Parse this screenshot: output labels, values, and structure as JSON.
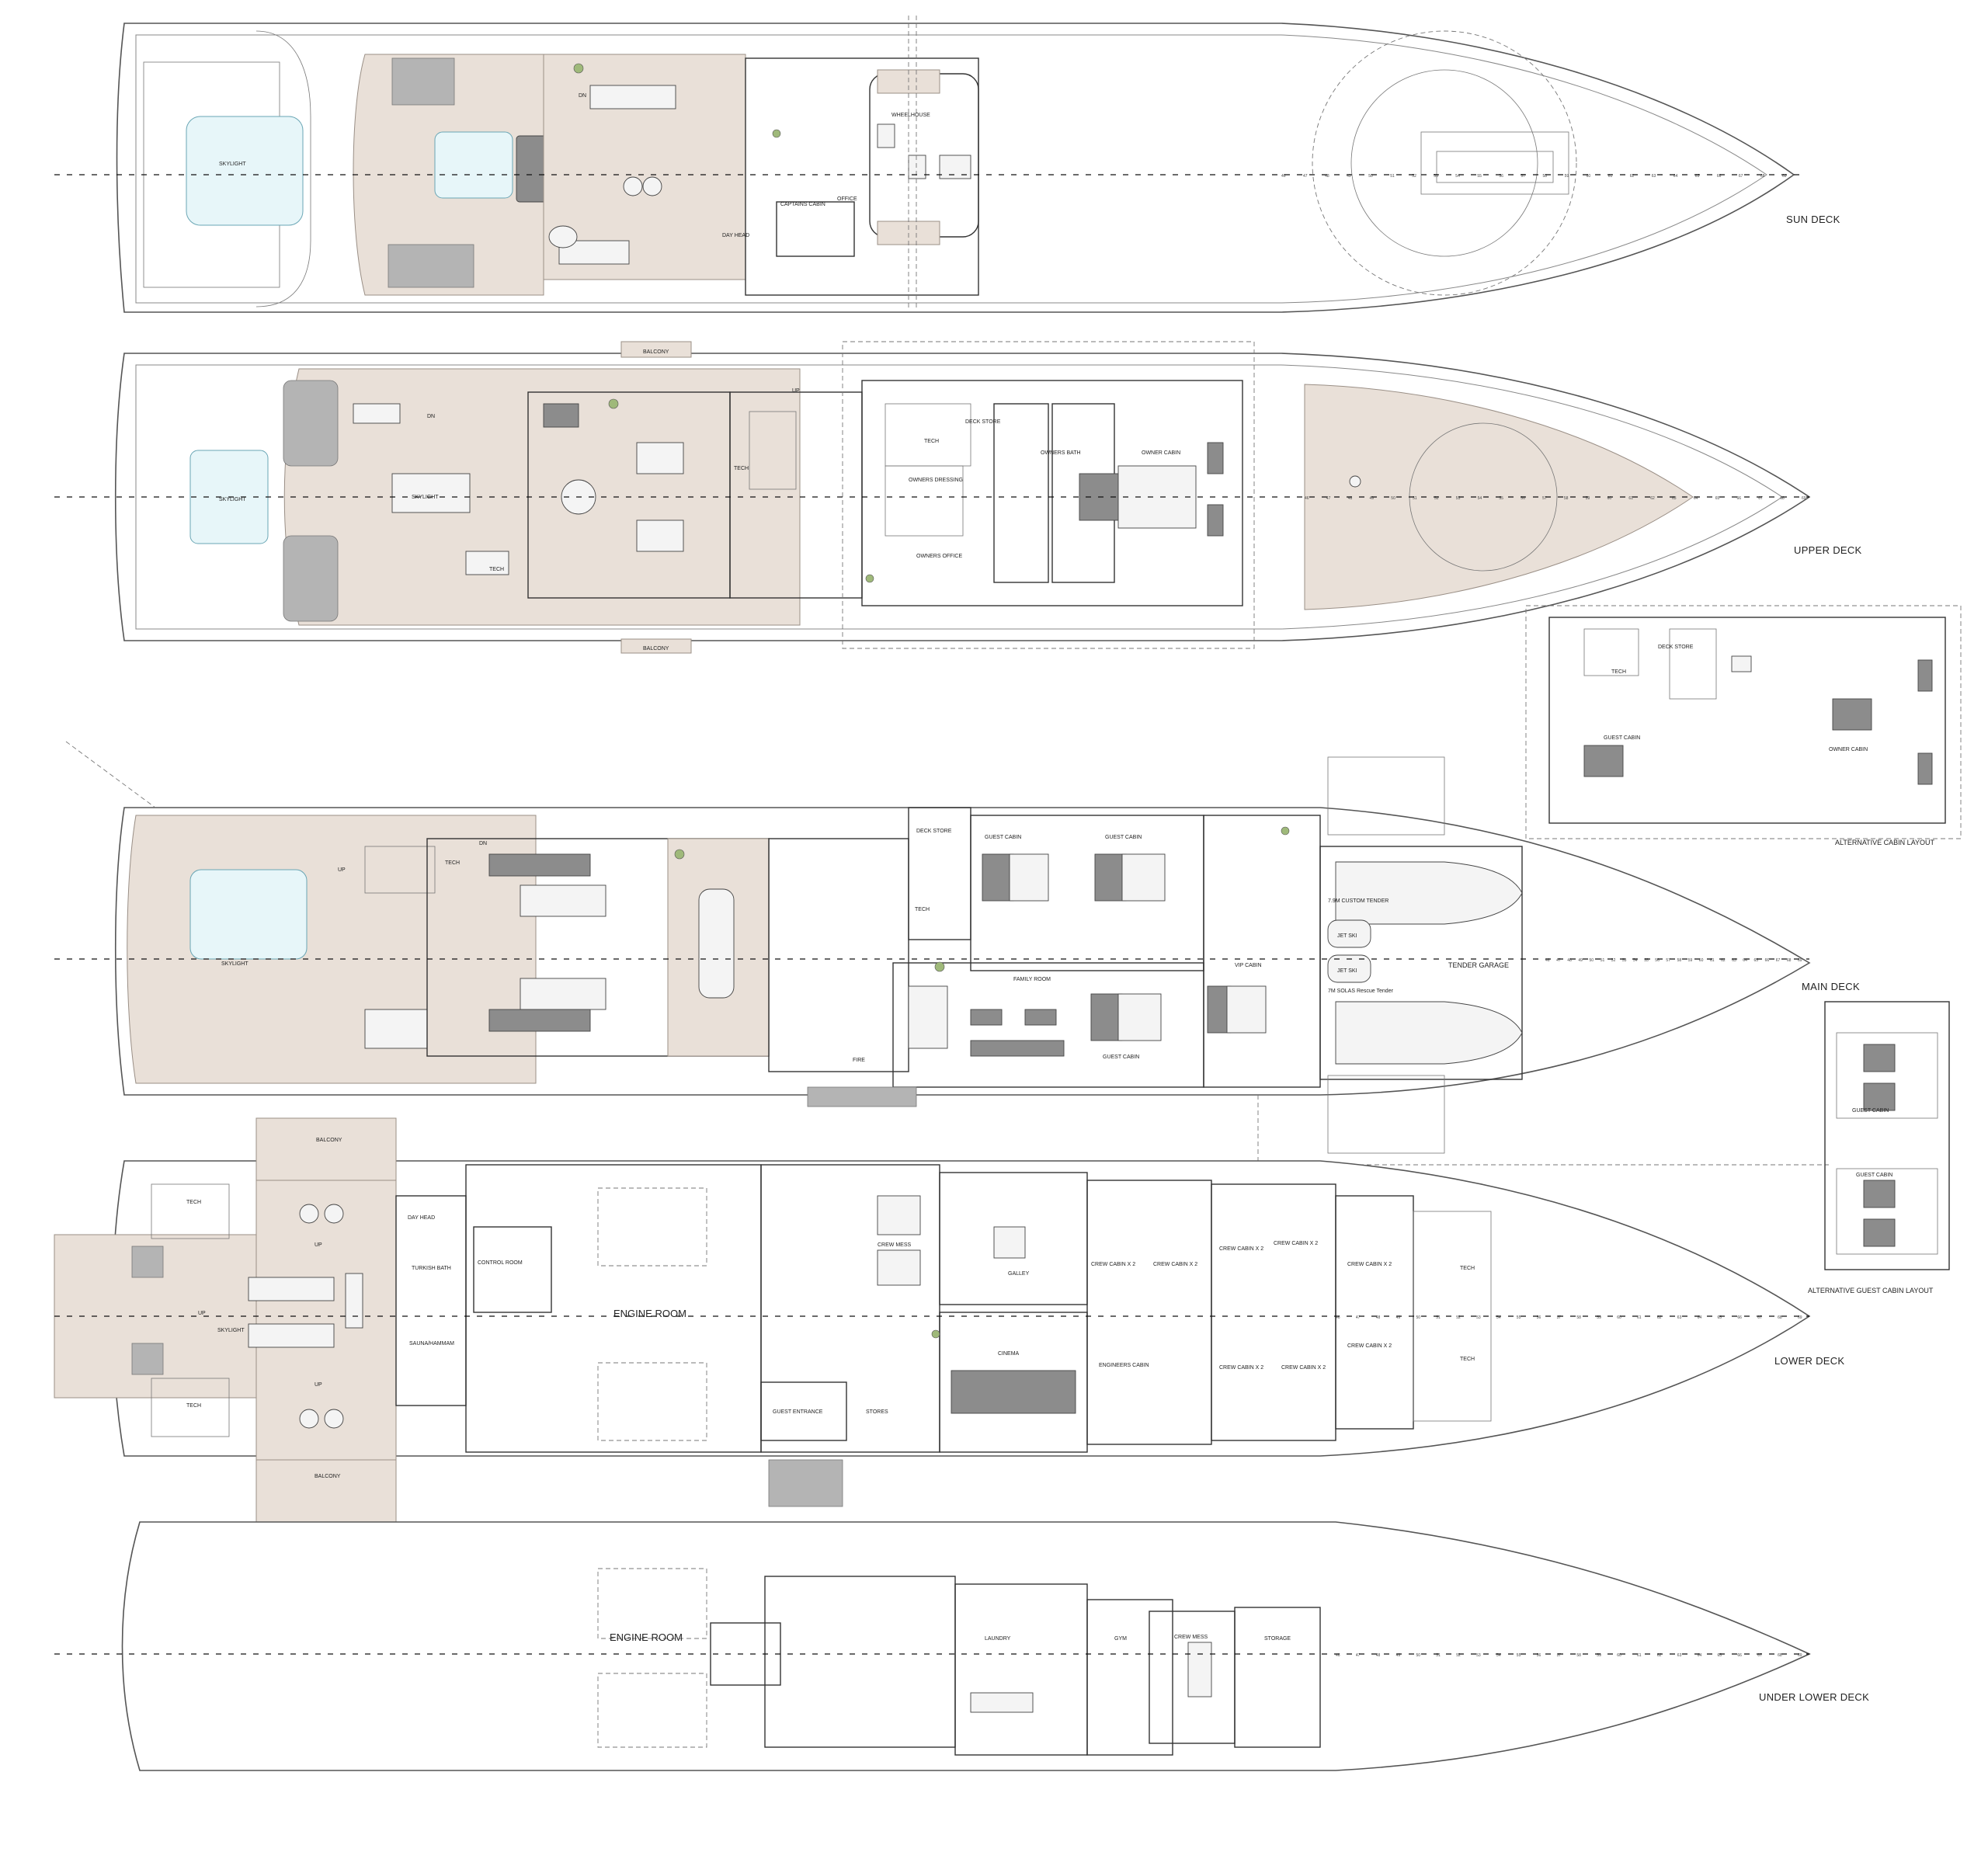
{
  "decks": {
    "sun": {
      "title": "SUN DECK",
      "rooms": {
        "skylight": "SKYLIGHT",
        "wheelhouse": "WHEELHOUSE",
        "captains_cabin": "CAPTAINS CABIN",
        "day_head": "DAY HEAD",
        "office": "OFFICE",
        "dn": "DN"
      }
    },
    "upper": {
      "title": "UPPER DECK",
      "rooms": {
        "balcony_top": "BALCONY",
        "balcony_bottom": "BALCONY",
        "skylight_aft": "SKYLIGHT",
        "skylight_mid": "SKYLIGHT",
        "tech": "TECH",
        "tech2": "TECH",
        "tech3": "TECH",
        "deck_store": "DECK STORE",
        "owners_dressing": "OWNERS DRESSING",
        "owners_office": "OWNERS OFFICE",
        "owners_bath": "OWNERS BATH",
        "owner_cabin": "OWNER CABIN",
        "up": "UP",
        "dn": "DN"
      }
    },
    "alt_cabin": {
      "title": "ALTERNATIVE CABIN LAYOUT",
      "rooms": {
        "tech": "TECH",
        "deck_store": "DECK STORE",
        "guest_cabin": "GUEST CABIN",
        "owner_cabin": "OWNER CABIN"
      }
    },
    "main": {
      "title": "MAIN DECK",
      "rooms": {
        "skylight": "SKYLIGHT",
        "tech": "TECH",
        "tech2": "TECH",
        "deck_store": "DECK STORE",
        "guest_cabin_1": "GUEST CABIN",
        "guest_cabin_2": "GUEST CABIN",
        "guest_cabin_3": "GUEST CABIN",
        "family_room": "FAMILY ROOM",
        "vip_cabin": "VIP CABIN",
        "tender_garage": "TENDER GARAGE",
        "tender_1": "7.9M CUSTOM TENDER",
        "tender_2": "7M SOLAS Rescue Tender",
        "jet_ski_1": "JET SKI",
        "jet_ski_2": "JET SKI",
        "fire": "FIRE",
        "up": "UP",
        "dn": "DN"
      }
    },
    "alt_guest": {
      "title": "ALTERNATIVE GUEST CABIN LAYOUT",
      "rooms": {
        "guest_cabin_1": "GUEST CABIN",
        "guest_cabin_2": "GUEST CABIN"
      }
    },
    "lower": {
      "title": "LOWER DECK",
      "rooms": {
        "balcony_top": "BALCONY",
        "balcony_bottom": "BALCONY",
        "tech_top": "TECH",
        "tech_bottom": "TECH",
        "skylight": "SKYLIGHT",
        "day_head": "DAY HEAD",
        "turkish_bath": "TURKISH BATH",
        "sauna": "SAUNA/HAMMAM",
        "control_room": "CONTROL ROOM",
        "engine_room": "ENGINE ROOM",
        "crew_mess": "CREW MESS",
        "galley": "GALLEY",
        "cinema": "CINEMA",
        "guest_entrance": "GUEST ENTRANCE",
        "stores": "STORES",
        "engineers_cabin": "ENGINEERS CABIN",
        "crew_cabin_1": "CREW CABIN X 2",
        "crew_cabin_2": "CREW CABIN X 2",
        "crew_cabin_3": "CREW CABIN X 2",
        "crew_cabin_4": "CREW CABIN X 2",
        "crew_cabin_5": "CREW CABIN X 2",
        "crew_cabin_6": "CREW CABIN X 2",
        "crew_cabin_7": "CREW CABIN X 2",
        "crew_cabin_8": "CREW CABIN X 2",
        "tech_fwd_1": "TECH",
        "tech_fwd_2": "TECH",
        "up_1": "UP",
        "up_2": "UP",
        "up_3": "UP"
      }
    },
    "under": {
      "title": "UNDER LOWER DECK",
      "rooms": {
        "engine_room": "ENGINE ROOM",
        "laundry": "LAUNDRY",
        "gym": "GYM",
        "crew_mess": "CREW MESS",
        "storage": "STORAGE"
      }
    }
  },
  "frame_numbers": [
    "46",
    "47",
    "48",
    "49",
    "50",
    "51",
    "52",
    "53",
    "54",
    "55",
    "56",
    "57",
    "58",
    "59",
    "60",
    "61",
    "62",
    "63",
    "64",
    "65",
    "66",
    "67",
    "68",
    "69"
  ],
  "colors": {
    "teak": "#e9e0d8",
    "line": "#333333",
    "grey_furniture": "#b4b4b4",
    "water": "#e7f6f9",
    "plant": "#9fb97a"
  }
}
